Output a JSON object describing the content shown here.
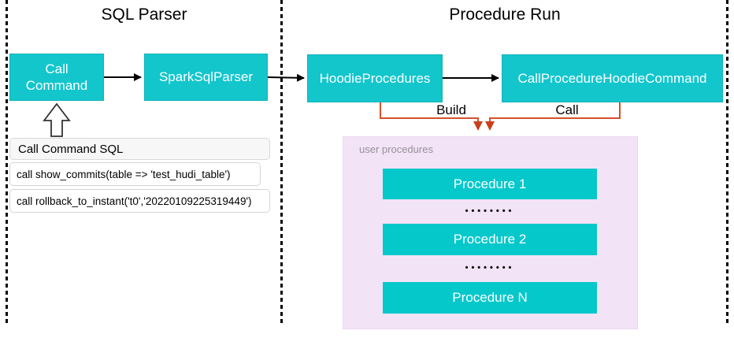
{
  "sections": {
    "sql_parser": {
      "title": "SQL Parser"
    },
    "procedure_run": {
      "title": "Procedure Run"
    }
  },
  "nodes": {
    "call_command": "Call Command",
    "spark_sql_parser": "SparkSqlParser",
    "hoodie_procedures": "HoodieProcedures",
    "call_procedure_hoodie_command": "CallProcedureHoodieCommand"
  },
  "edges": {
    "build_label": "Build",
    "call_label": "Call"
  },
  "sql_panel": {
    "header": "Call Command SQL",
    "statements": [
      "call show_commits(table => 'test_hudi_table')",
      "call rollback_to_instant('t0','20220109225319449')"
    ]
  },
  "user_procedures": {
    "label": "user procedures",
    "items": [
      "Procedure 1",
      "Procedure 2",
      "Procedure N"
    ],
    "ellipsis": "••••••••"
  },
  "colors": {
    "node_teal": "#12c6cc",
    "node_border": "#0fb3b9",
    "container_lavender": "#f2e3f6",
    "connector_orange": "#d4512a",
    "arrowhead_orange": "#c9401c",
    "arrow_black": "#000000",
    "sql_header_bg": "#f7f7f7"
  }
}
